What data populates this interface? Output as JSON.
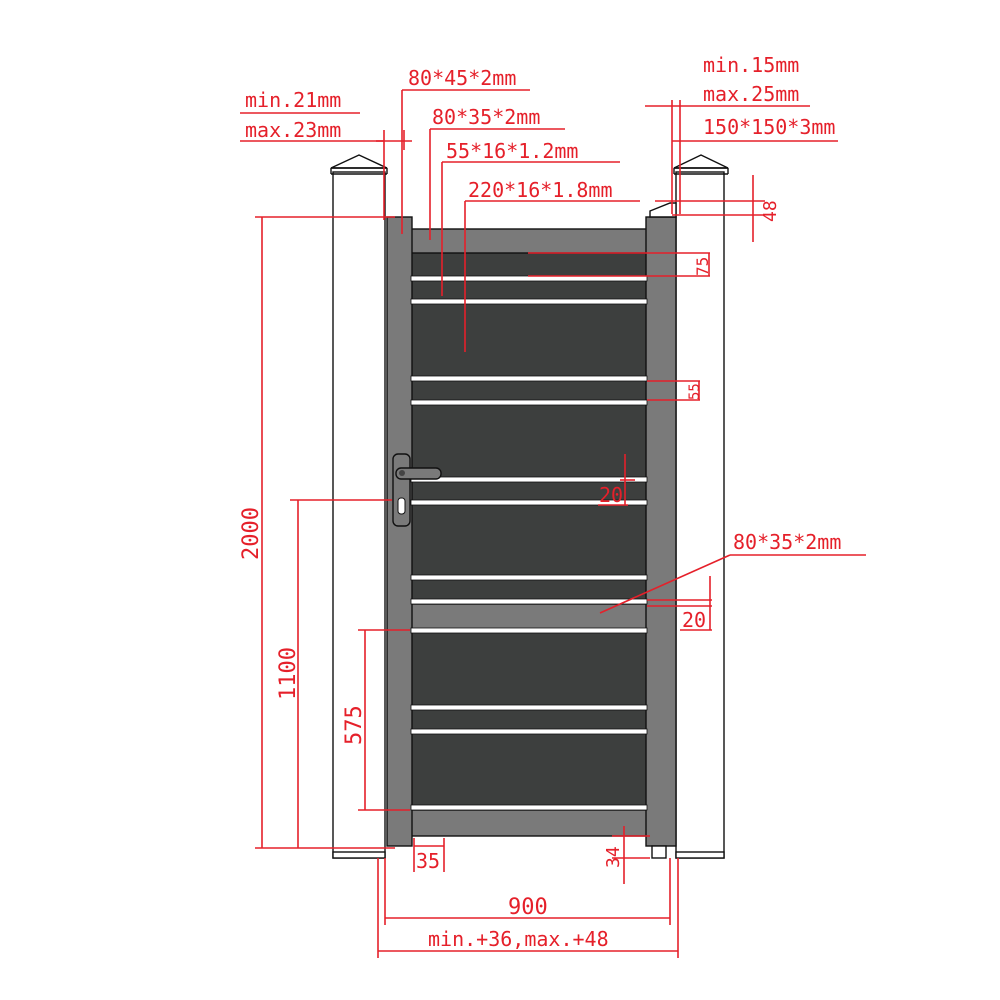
{
  "labels": {
    "post_gap_min": "min.21mm",
    "post_gap_max": "max.23mm",
    "frame_profile": "80*45*2mm",
    "rail_profile": "80*35*2mm",
    "slat_small_profile": "55*16*1.2mm",
    "slat_large_profile": "220*16*1.8mm",
    "hinge_gap_min": "min.15mm",
    "hinge_gap_max": "max.25mm",
    "post_profile": "150*150*3mm",
    "hinge_height": "48",
    "top_rail_height": "75",
    "slat_height": "55",
    "slat_spacing_upper": "20",
    "mid_rail_profile": "80*35*2mm",
    "slat_spacing_lower": "20",
    "total_height": "2000",
    "handle_height": "1100",
    "lower_panel_height": "575",
    "bottom_offset": "35",
    "ground_clearance": "34",
    "gate_width": "900",
    "overall_width": "min.+36,max.+48"
  },
  "colors": {
    "dimension": "#e5202a",
    "frame": "#7a7a7a",
    "infill": "#3d3f3e",
    "mid_rail": "#7a7a7a",
    "post": "#ffffff",
    "outline": "#111111"
  }
}
